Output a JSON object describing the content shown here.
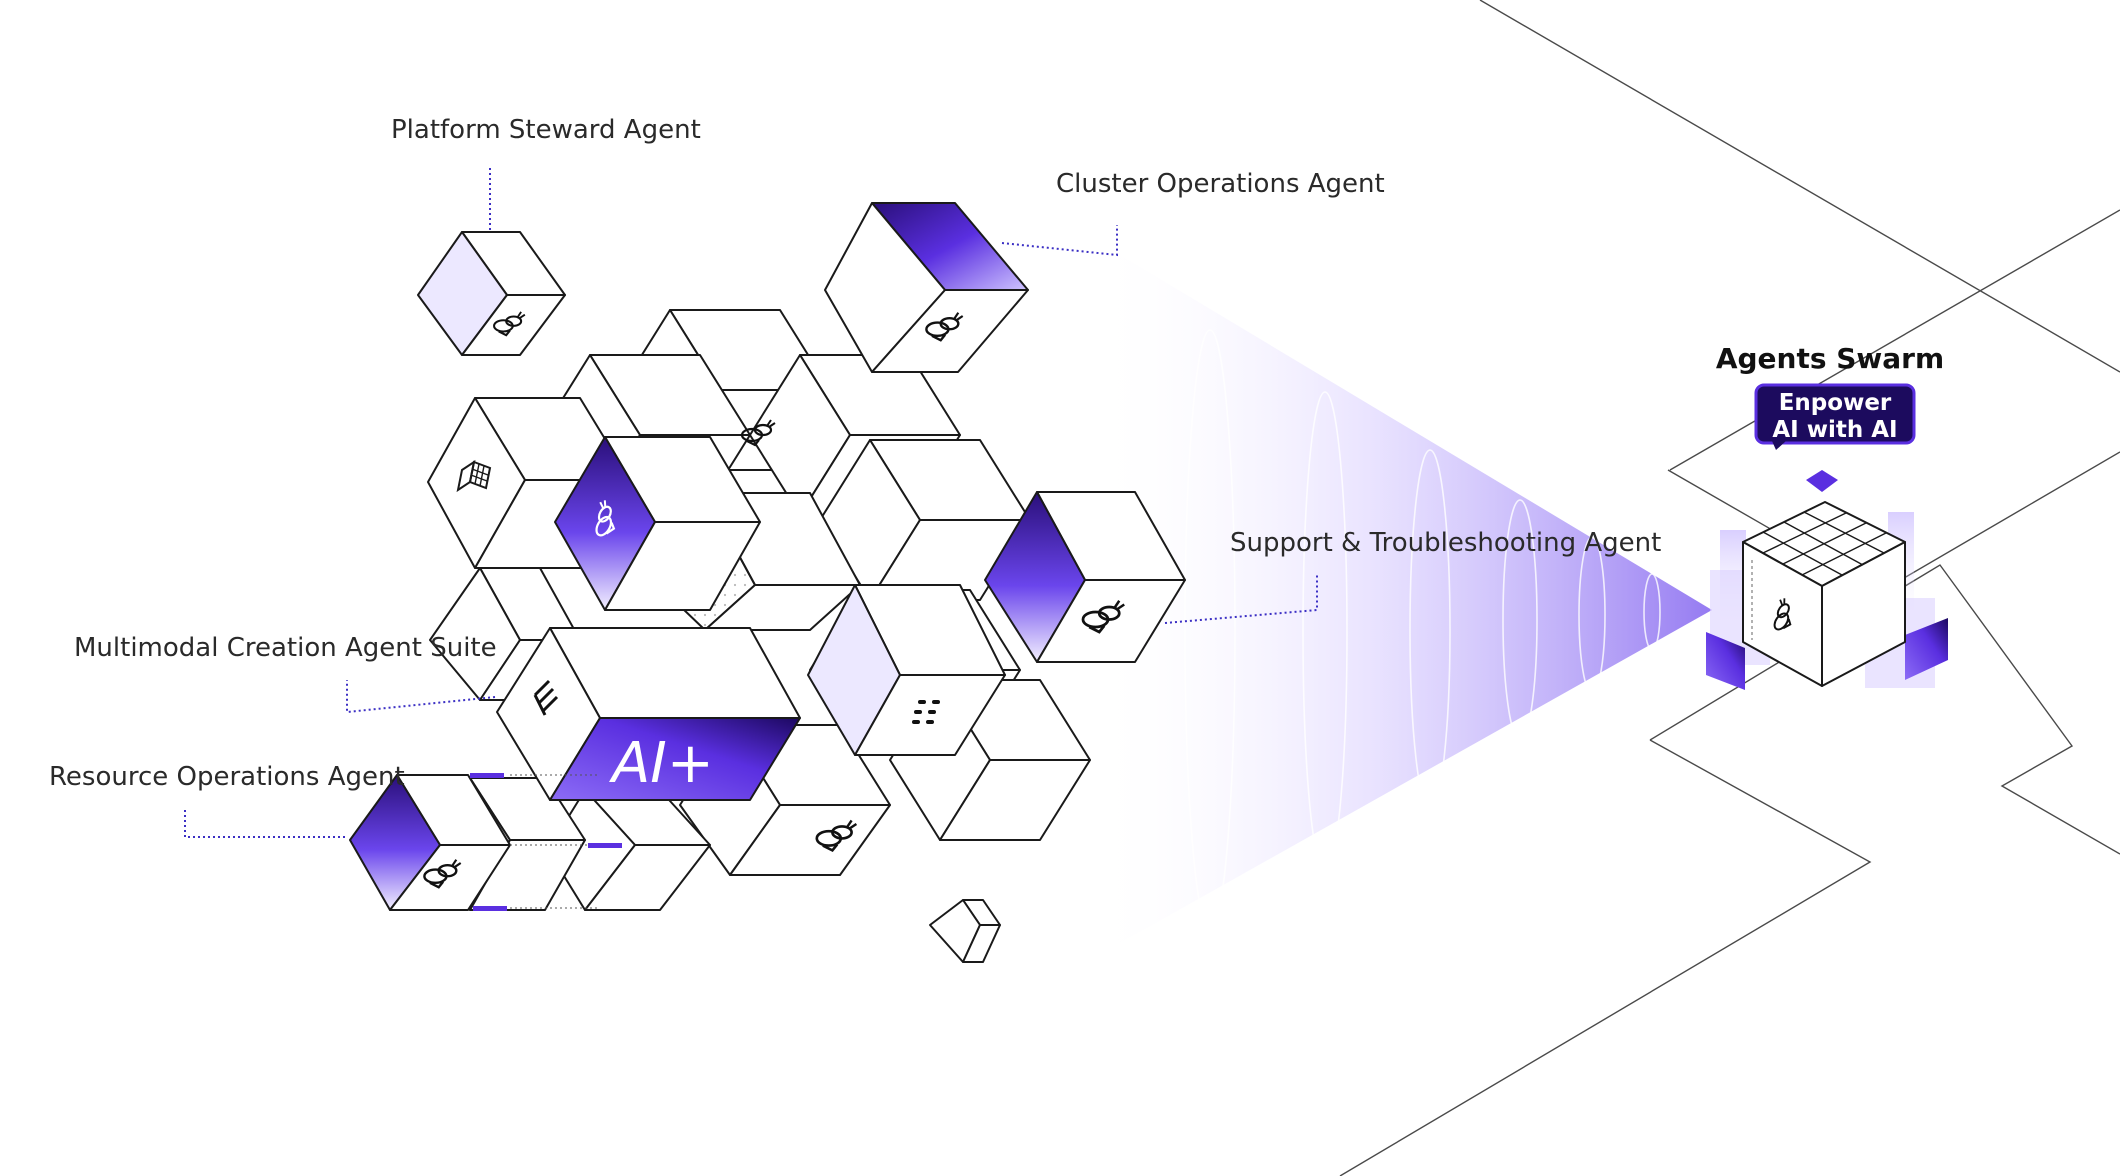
{
  "labels": {
    "platform_steward": "Platform Steward Agent",
    "cluster_operations": "Cluster Operations Agent",
    "support_troubleshooting": "Support & Troubleshooting Agent",
    "multimodal_creation": "Multimodal Creation Agent Suite",
    "resource_operations": "Resource Operations Agent"
  },
  "center_block": {
    "text": "AI+"
  },
  "swarm": {
    "title": "Agents Swarm",
    "badge_line1": "Enpower",
    "badge_line2": "AI with AI"
  },
  "colors": {
    "accent": "#5a2fe0",
    "accent_dark": "#2a0f7a",
    "accent_light": "#ece8ff",
    "line": "#1a1a1a",
    "leader_dotted": "#3b2fc4"
  }
}
